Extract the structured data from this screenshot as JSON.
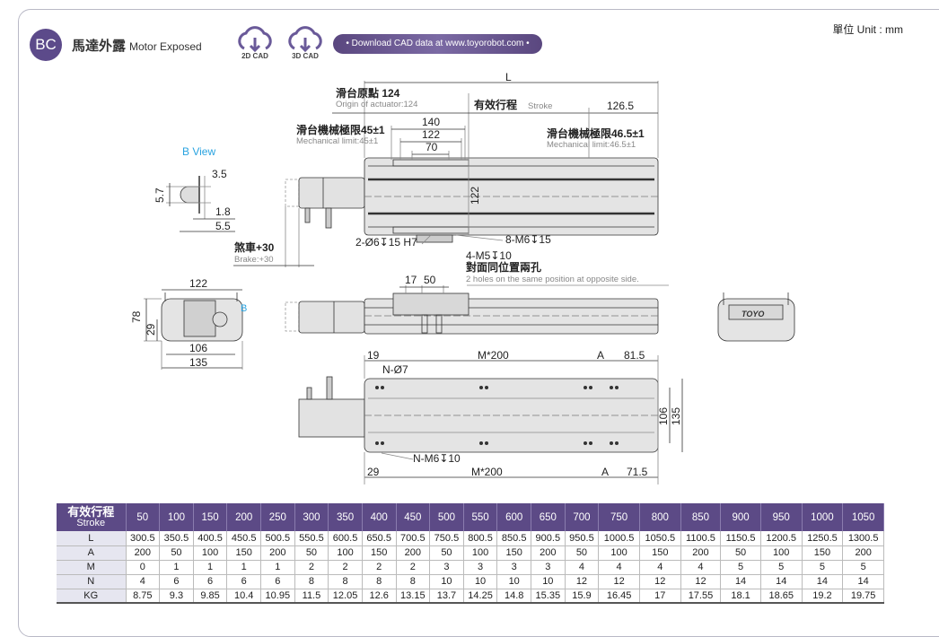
{
  "header": {
    "badge": "BC",
    "title_zh": "馬達外露",
    "title_en": "Motor Exposed",
    "cad2d": "2D CAD",
    "cad3d": "3D CAD",
    "download": "• Download CAD data at www.toyorobot.com •",
    "unit": "單位 Unit : mm"
  },
  "drawing": {
    "L": "L",
    "origin_zh": "滑台原點 124",
    "origin_en": "Origin of actuator:124",
    "stroke_zh": "有效行程",
    "stroke_en": "Stroke",
    "d126_5": "126.5",
    "d140": "140",
    "d122": "122",
    "d70": "70",
    "mech_l_zh": "滑台機械極限45±1",
    "mech_l_en": "Mechanical limit:45±1",
    "mech_r_zh": "滑台機械極限46.5±1",
    "mech_r_en": "Mechanical limit:46.5±1",
    "bview": "B View",
    "b35": "3.5",
    "b57": "5.7",
    "b18": "1.8",
    "b55": "5.5",
    "brake_zh": "煞車+30",
    "brake_en": "Brake:+30",
    "h122": "122",
    "pin": "2-Ø6↧15 H7",
    "m6": "8-M6↧15",
    "m5": "4-M5↧10",
    "m5_zh": "對面同位置兩孔",
    "m5_en": "2 holes on the same position at opposite side.",
    "d17": "17",
    "d50": "50",
    "e122": "122",
    "e78": "78",
    "e29": "29",
    "e106": "106",
    "e135": "135",
    "eB": "B",
    "logo": "TOYO",
    "b19": "19",
    "bM200": "M*200",
    "bA": "A",
    "b815": "81.5",
    "bN7": "N-Ø7",
    "bNM6": "N-M6↧10",
    "b29": "29",
    "bM200b": "M*200",
    "bAb": "A",
    "b715": "71.5",
    "v106": "106",
    "v135": "135"
  },
  "table": {
    "head_zh": "有效行程",
    "head_en": "Stroke",
    "stroke": [
      "50",
      "100",
      "150",
      "200",
      "250",
      "300",
      "350",
      "400",
      "450",
      "500",
      "550",
      "600",
      "650",
      "700",
      "750",
      "800",
      "850",
      "900",
      "950",
      "1000",
      "1050"
    ],
    "rows": [
      {
        "label": "L",
        "values": [
          "300.5",
          "350.5",
          "400.5",
          "450.5",
          "500.5",
          "550.5",
          "600.5",
          "650.5",
          "700.5",
          "750.5",
          "800.5",
          "850.5",
          "900.5",
          "950.5",
          "1000.5",
          "1050.5",
          "1100.5",
          "1150.5",
          "1200.5",
          "1250.5",
          "1300.5"
        ]
      },
      {
        "label": "A",
        "values": [
          "200",
          "50",
          "100",
          "150",
          "200",
          "50",
          "100",
          "150",
          "200",
          "50",
          "100",
          "150",
          "200",
          "50",
          "100",
          "150",
          "200",
          "50",
          "100",
          "150",
          "200"
        ]
      },
      {
        "label": "M",
        "values": [
          "0",
          "1",
          "1",
          "1",
          "1",
          "2",
          "2",
          "2",
          "2",
          "3",
          "3",
          "3",
          "3",
          "4",
          "4",
          "4",
          "4",
          "5",
          "5",
          "5",
          "5"
        ]
      },
      {
        "label": "N",
        "values": [
          "4",
          "6",
          "6",
          "6",
          "6",
          "8",
          "8",
          "8",
          "8",
          "10",
          "10",
          "10",
          "10",
          "12",
          "12",
          "12",
          "12",
          "14",
          "14",
          "14",
          "14"
        ]
      },
      {
        "label": "KG",
        "values": [
          "8.75",
          "9.3",
          "9.85",
          "10.4",
          "10.95",
          "11.5",
          "12.05",
          "12.6",
          "13.15",
          "13.7",
          "14.25",
          "14.8",
          "15.35",
          "15.9",
          "16.45",
          "17",
          "17.55",
          "18.1",
          "18.65",
          "19.2",
          "19.75"
        ]
      }
    ]
  }
}
